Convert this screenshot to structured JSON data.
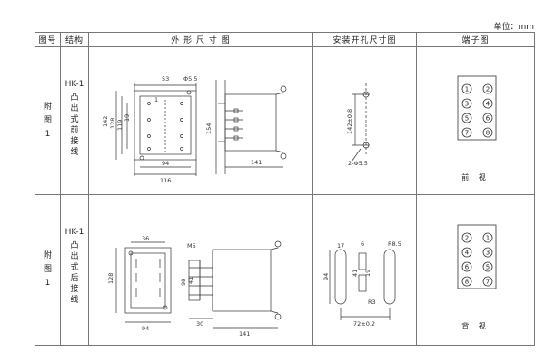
{
  "unit_label": "单位：mm",
  "headers": {
    "fig_no": "图号",
    "structure": "结构",
    "outline": "外 形 尺 寸 图",
    "mount": "安装开孔尺寸图",
    "terminal": "端子图"
  },
  "rows": [
    {
      "fig": [
        "附",
        "图",
        "1"
      ],
      "model": "HK-1",
      "desc": [
        "凸",
        "出",
        "式",
        "前",
        "接",
        "线"
      ],
      "terminals": [
        "1",
        "2",
        "3",
        "4",
        "5",
        "6",
        "7",
        "8"
      ],
      "view": "前 视",
      "dims": {
        "a": "53",
        "b": "Φ5.5",
        "c": "142",
        "d": "128",
        "e": "119",
        "f": "19",
        "g": "1",
        "h": "94",
        "i": "116",
        "j": "154",
        "k": "141",
        "m1": "142±0.8",
        "m2": "2-Φ5.5"
      }
    },
    {
      "fig": [
        "附",
        "图",
        "1"
      ],
      "model": "HK-1",
      "desc": [
        "凸",
        "出",
        "式",
        "后",
        "接",
        "线"
      ],
      "terminals": [
        "2",
        "1",
        "4",
        "3",
        "6",
        "5",
        "8",
        "7"
      ],
      "view": "背 视",
      "dims": {
        "a": "36",
        "b": "128",
        "c": "94",
        "d": "M5",
        "e": "98",
        "f": "41",
        "g": "30",
        "h": "141",
        "i": "17",
        "j": "6",
        "k": "R8.5",
        "l": "94",
        "m": "41",
        "n": "19",
        "o": "R3",
        "p": "72±0.2"
      }
    }
  ]
}
